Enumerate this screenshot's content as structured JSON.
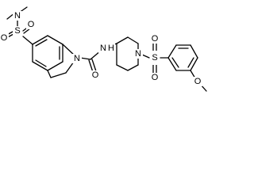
{
  "atoms": {
    "sulfonamide_n": "N",
    "sulfonamide_s": "S",
    "sulfonamide_o_top": "O",
    "sulfonamide_o_left": "O",
    "indoline_n": "N",
    "carbonyl_o": "O",
    "amide_n": "N",
    "amide_h": "H",
    "piperidine_n": "N",
    "sulfonyl_s": "S",
    "sulfonyl_o_upper": "O",
    "sulfonyl_o_lower": "O",
    "methoxy_o": "O"
  }
}
